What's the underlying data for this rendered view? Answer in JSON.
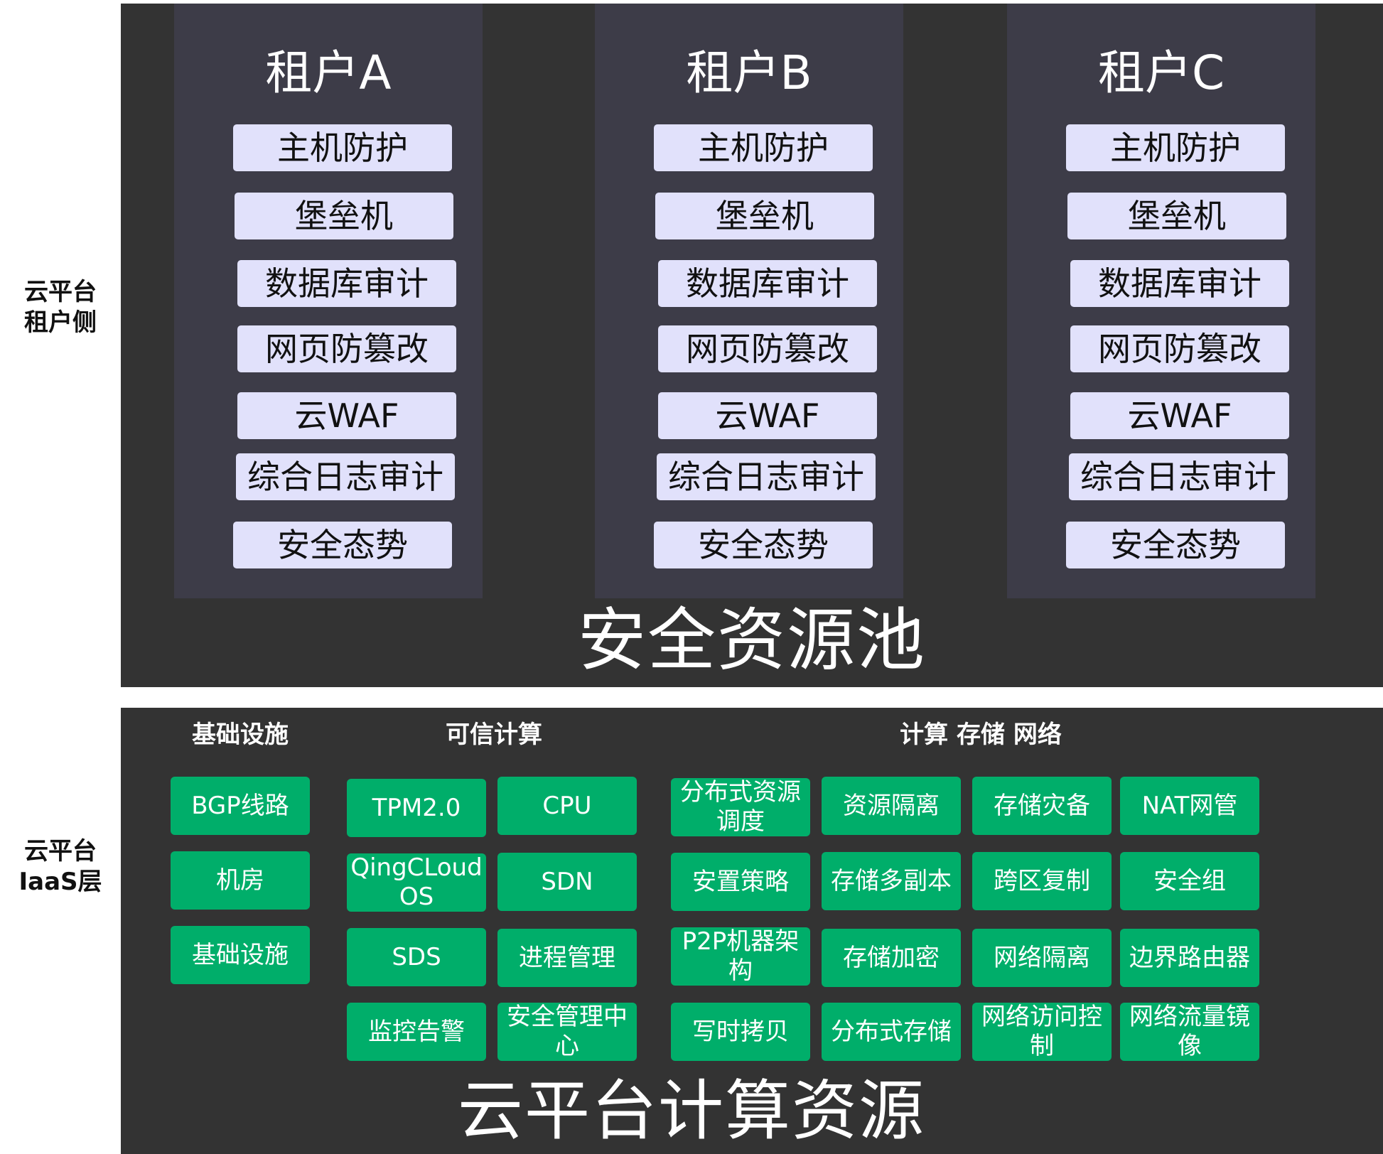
{
  "side_labels": {
    "tenant_side": "云平台\n租户侧",
    "iaas": "云平台\nIaaS层"
  },
  "security_pool": {
    "title": "安全资源池",
    "tenants": [
      {
        "name": "租户A",
        "services": [
          "主机防护",
          "堡垒机",
          "数据库审计",
          "网页防篡改",
          "云WAF",
          "综合日志审计",
          "安全态势"
        ]
      },
      {
        "name": "租户B",
        "services": [
          "主机防护",
          "堡垒机",
          "数据库审计",
          "网页防篡改",
          "云WAF",
          "综合日志审计",
          "安全态势"
        ]
      },
      {
        "name": "租户C",
        "services": [
          "主机防护",
          "堡垒机",
          "数据库审计",
          "网页防篡改",
          "云WAF",
          "综合日志审计",
          "安全态势"
        ]
      }
    ]
  },
  "compute_resources": {
    "title": "云平台计算资源",
    "categories": {
      "infra": "基础设施",
      "trusted": "可信计算",
      "csn": "计算 存储 网络"
    },
    "infra_items": [
      "BGP线路",
      "机房",
      "基础设施"
    ],
    "trusted_col1": [
      "TPM2.0",
      "QingCLoud OS",
      "SDS",
      "监控告警"
    ],
    "trusted_col2": [
      "CPU",
      "SDN",
      "进程管理",
      "安全管理中心"
    ],
    "csn_col1": [
      "分布式资源调度",
      "安置策略",
      "P2P机器架构",
      "写时拷贝"
    ],
    "csn_col2": [
      "资源隔离",
      "存储多副本",
      "存储加密",
      "分布式存储"
    ],
    "csn_col3": [
      "存储灾备",
      "跨区复制",
      "网络隔离",
      "网络访问控制"
    ],
    "csn_col4": [
      "NAT网管",
      "安全组",
      "边界路由器",
      "网络流量镜像"
    ]
  },
  "colors": {
    "panel_bg": "#333333",
    "tenant_bg": "#3d3c48",
    "service_box": "#e1e1fb",
    "resource_box": "#00ae6a"
  }
}
